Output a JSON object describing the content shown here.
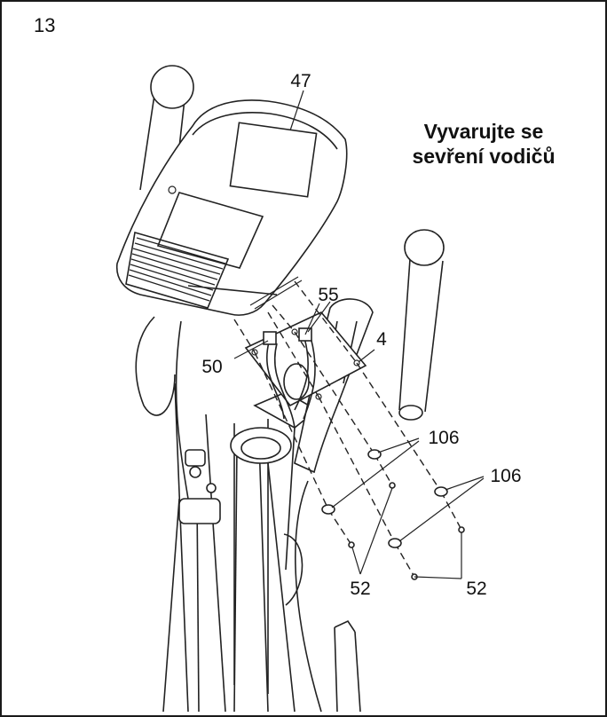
{
  "step_number": "13",
  "warning": {
    "line1": "Vyvarujte se",
    "line2": "sevření vodičů"
  },
  "callouts": {
    "console": "47",
    "post": "4",
    "wire_harness": "50",
    "wires": "55",
    "washers_upper": "106",
    "washers_lower": "106",
    "screws_left": "52",
    "screws_right": "52"
  },
  "colors": {
    "line": "#222222",
    "border": "#1a1a1a",
    "background": "#ffffff"
  }
}
